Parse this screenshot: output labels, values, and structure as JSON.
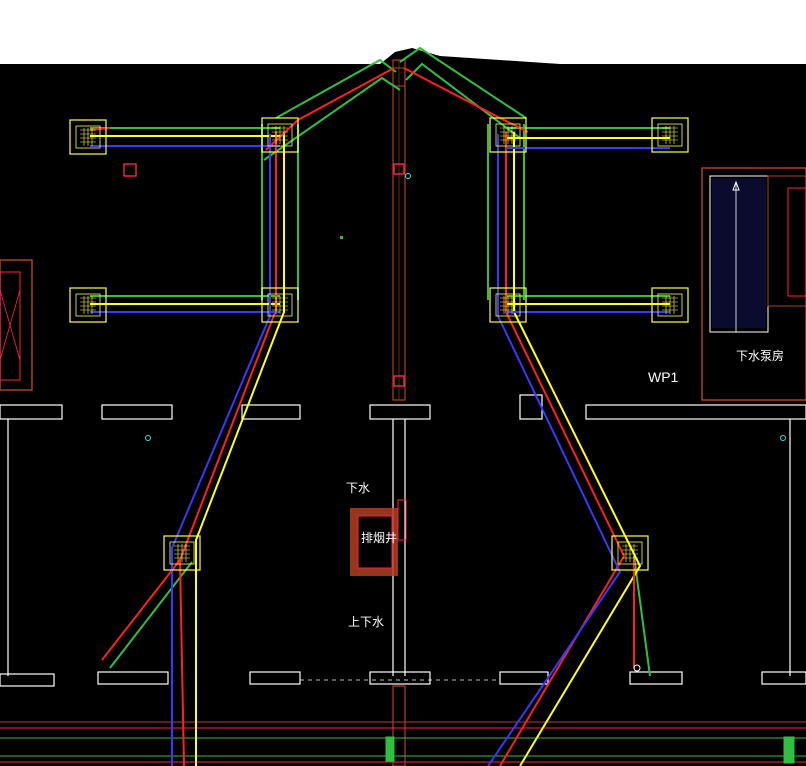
{
  "labels": {
    "down_water": "下水",
    "smoke_shaft": "排烟井",
    "up_down_water": "上下水",
    "pump_room": "下水泵房",
    "wp1": "WP1"
  },
  "colors": {
    "background": "#000000",
    "paper": "#ffffff",
    "pipe_red": "#ff2020",
    "pipe_yellow": "#ffff20",
    "pipe_blue": "#3838ff",
    "pipe_green": "#30c040",
    "wall": "#ffffff",
    "brick": "#b04020",
    "unit_outline": "#ffff40",
    "marker_red": "#ff2050",
    "marker_cyan": "#40e0e0"
  },
  "icons": [
    "fan-coil-unit-icon",
    "valve-icon",
    "stair-icon"
  ]
}
